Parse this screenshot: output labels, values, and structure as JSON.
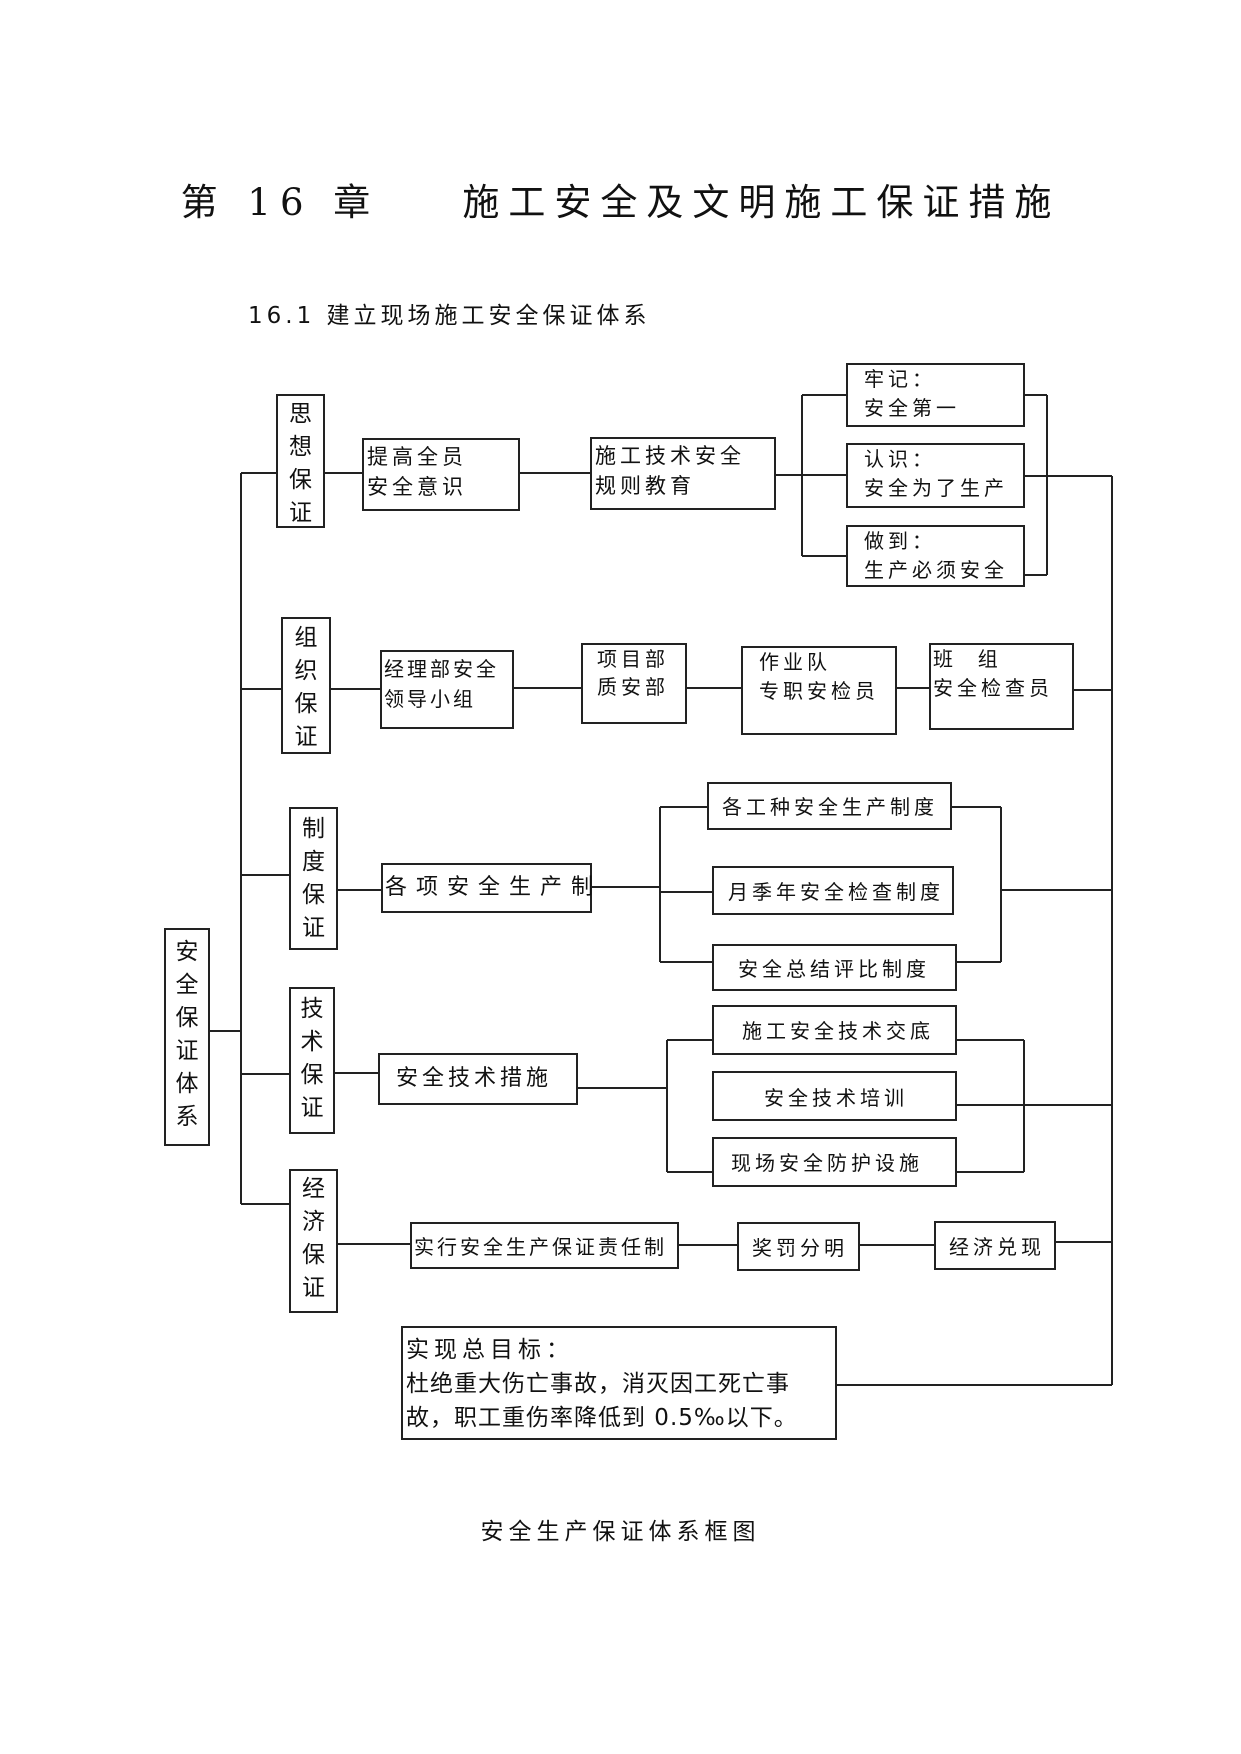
{
  "chapter_title": "第 16 章    施工安全及文明施工保证措施",
  "section_heading": "16.1 建立现场施工安全保证体系",
  "caption": "安全生产保证体系框图",
  "diagram": {
    "root": [
      "安",
      "全",
      "保",
      "证",
      "体",
      "系"
    ],
    "ideology": {
      "label": [
        "思",
        "想",
        "保",
        "证"
      ],
      "step1": [
        "提高全员",
        "安全意识"
      ],
      "step2": [
        "施工技术安全",
        "规则教育"
      ],
      "points": [
        [
          "牢记：",
          "安全第一"
        ],
        [
          "认识：",
          "安全为了生产"
        ],
        [
          "做到：",
          "生产必须安全"
        ]
      ]
    },
    "organization": {
      "label": [
        "组",
        "织",
        "保",
        "证"
      ],
      "chain": [
        [
          "经理部安全",
          "领导小组"
        ],
        [
          "项目部",
          "质安部"
        ],
        [
          "作业队",
          "专职安检员"
        ],
        [
          "班  组",
          "安全检查员"
        ]
      ]
    },
    "system": {
      "label": [
        "制",
        "度",
        "保",
        "证"
      ],
      "main": "各 项 安 全 生 产 制",
      "items": [
        "各工种安全生产制度",
        "月季年安全检查制度",
        "安全总结评比制度"
      ]
    },
    "technology": {
      "label": [
        "技",
        "术",
        "保",
        "证"
      ],
      "main": "安全技术措施",
      "items": [
        "施工安全技术交底",
        "安全技术培训",
        "现场安全防护设施"
      ]
    },
    "economy": {
      "label": [
        "经",
        "济",
        "保",
        "证"
      ],
      "chain": [
        "实行安全生产保证责任制",
        "奖罚分明",
        "经济兑现"
      ]
    },
    "goal": {
      "heading": "实现总目标：",
      "line1": "杜绝重大伤亡事故，消灭因工死亡事",
      "line2": "故，职工重伤率降低到 0.5‰以下。"
    }
  }
}
